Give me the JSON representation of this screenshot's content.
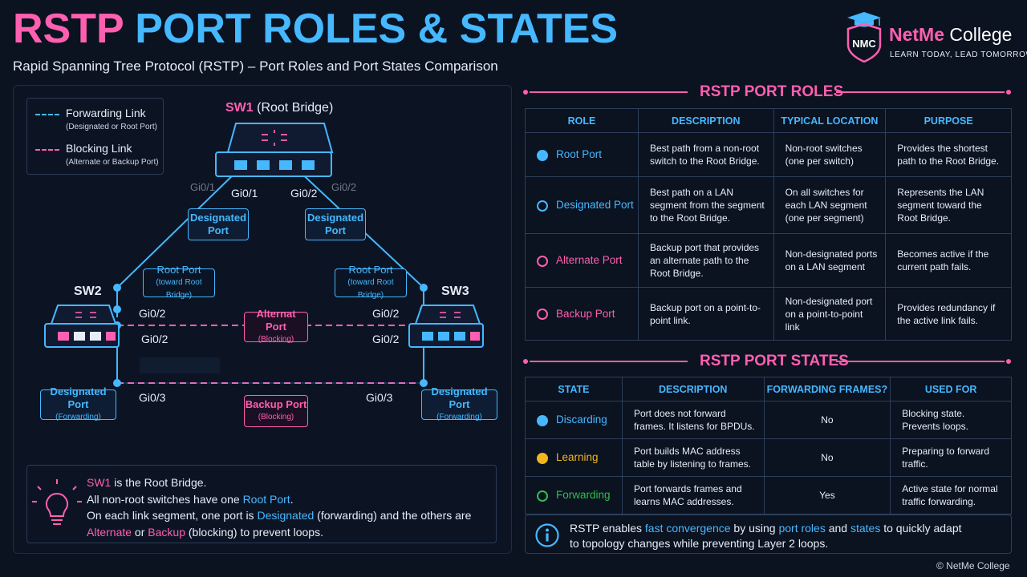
{
  "header": {
    "title_part1": "RSTP",
    "title_part2": "PORT ROLES & STATES",
    "subtitle": "Rapid Spanning Tree Protocol (RSTP) – Port Roles and Port States Comparison"
  },
  "brand": {
    "logo_text": "NMC",
    "name_part1": "NetMe",
    "name_part2": " College",
    "tagline": "LEARN TODAY, LEAD TOMORROW"
  },
  "colors": {
    "pink": "#ff5fb0",
    "blue": "#45b8ff",
    "yellow": "#f2b51c",
    "green": "#2fbf4a",
    "background": "#0b1220"
  },
  "legend": {
    "forwarding_title": "Forwarding Link",
    "forwarding_sub": "(Designated or Root Port)",
    "blocking_title": "Blocking Link",
    "blocking_sub": "(Alternate or Backup Port)"
  },
  "diagram": {
    "sw1_name": "SW1",
    "sw1_role": " (Root Bridge)",
    "sw2_name": "SW2",
    "sw3_name": "SW3",
    "sw1_port_left": "Gi0/1",
    "sw1_port_right": "Gi0/2",
    "sw1_port_left_faded": "Gi0/1",
    "sw1_port_right_faded": "Gi0/2",
    "sw2_port_upper": "Gi0/2",
    "sw2_port_lower": "Gi0/2",
    "sw2_port_bottom": "Gi0/3",
    "sw3_port_upper": "Gi0/2",
    "sw3_port_lower": "Gi0/2",
    "sw3_port_bottom": "Gi0/3",
    "designated_left": "Designated\nPort",
    "designated_right": "Designated\nPort",
    "root_port_title": "Root Port",
    "root_port_sub": "(toward Root Bridge)",
    "alternate_title": "Alternat Port",
    "alternate_sub": "(Blocking)",
    "backup_title": "Backup Port",
    "backup_sub": "(Blocking)",
    "designated_fwd_title": "Designated Port",
    "designated_fwd_sub": "(Forwarding)"
  },
  "note": {
    "line1_pink": "SW1",
    "line1_rest": " is the Root Bridge.",
    "line2_start": "All non-root switches have one ",
    "line2_blue": "Root Port",
    "line2_end": ".",
    "line3_start": "On each link segment, one port is ",
    "line3_blue": "Designated",
    "line3_end": " (forwarding) and the others are",
    "line4_pink1": "Alternate",
    "line4_mid": " or ",
    "line4_pink2": "Backup",
    "line4_end": " (blocking) to prevent loops."
  },
  "roles_section": {
    "heading": "RSTP PORT ROLES",
    "headers": [
      "ROLE",
      "DESCRIPTION",
      "TYPICAL LOCATION",
      "PURPOSE"
    ],
    "rows": [
      {
        "role": "Root Port",
        "description": "Best path from a non-root switch to the Root Bridge.",
        "location": "Non-root switches (one per switch)",
        "purpose": "Provides the shortest path to the Root Bridge."
      },
      {
        "role": "Designated Port",
        "description": "Best path on a LAN segment from the segment to the Root Bridge.",
        "location": "On all switches for each LAN segment (one per segment)",
        "purpose": "Represents the LAN segment toward the Root Bridge."
      },
      {
        "role": "Alternate Port",
        "description": "Backup port that provides an alternate path to the Root Bridge.",
        "location": "Non-designated ports on a LAN segment",
        "purpose": "Becomes active if the current path fails."
      },
      {
        "role": "Backup Port",
        "description": "Backup port on a point-to-point link.",
        "location": "Non-designated port on a point-to-point link",
        "purpose": "Provides redundancy if the active link fails."
      }
    ]
  },
  "states_section": {
    "heading": "RSTP PORT STATES",
    "headers": [
      "STATE",
      "DESCRIPTION",
      "FORWARDING FRAMES?",
      "USED FOR"
    ],
    "rows": [
      {
        "state": "Discarding",
        "description": "Port does not forward frames. It listens for BPDUs.",
        "forwarding": "No",
        "used_for": "Blocking state. Prevents loops."
      },
      {
        "state": "Learning",
        "description": "Port builds MAC address table by listening to frames.",
        "forwarding": "No",
        "used_for": "Preparing to forward traffic."
      },
      {
        "state": "Forwarding",
        "description": "Port forwards frames and learns MAC addresses.",
        "forwarding": "Yes",
        "used_for": "Active state for normal traffic forwarding."
      }
    ]
  },
  "info": {
    "line1_start": "RSTP enables ",
    "line1_blue1": "fast convergence",
    "line1_mid1": " by using ",
    "line1_blue2": "port roles",
    "line1_mid2": " and ",
    "line1_blue3": "states",
    "line1_end": " to quickly adapt",
    "line2": "to topology changes while preventing Layer 2 loops."
  },
  "copyright": "© NetMe College"
}
